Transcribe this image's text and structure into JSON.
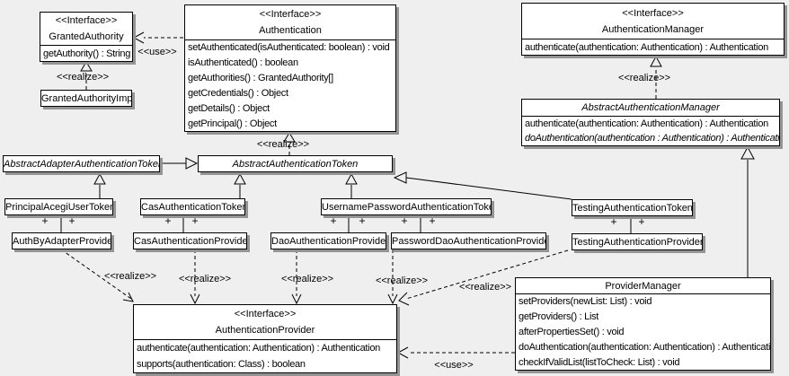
{
  "colors": {
    "background": "#efefef",
    "box_fill": "#ffffff",
    "border": "#000000",
    "shadow": "#949494",
    "text": "#000000"
  },
  "classes": {
    "granted_authority": {
      "stereotype": "<<Interface>>",
      "name": "GrantedAuthority",
      "methods": [
        "getAuthority() : String"
      ]
    },
    "granted_authority_impl": {
      "name": "GrantedAuthorityImpl"
    },
    "authentication": {
      "stereotype": "<<Interface>>",
      "name": "Authentication",
      "methods": [
        "setAuthenticated(isAuthenticated: boolean) : void",
        "isAuthenticated() : boolean",
        "getAuthorities() : GrantedAuthority[]",
        "getCredentials() : Object",
        "getDetails() : Object",
        "getPrincipal() : Object"
      ]
    },
    "authentication_manager": {
      "stereotype": "<<Interface>>",
      "name": "AuthenticationManager",
      "methods": [
        "authenticate(authentication: Authentication) : Authentication"
      ]
    },
    "abstract_authentication_manager": {
      "name": "AbstractAuthenticationManager",
      "methods": [
        "authenticate(authentication: Authentication) : Authentication",
        "doAuthentication(authentication : Authentication) : Authentication"
      ]
    },
    "abstract_adapter_authentication_token": {
      "name": "AbstractAdapterAuthenticationToken"
    },
    "abstract_authentication_token": {
      "name": "AbstractAuthenticationToken"
    },
    "principal_acegi_user_token": {
      "name": "PrincipalAcegiUserToken"
    },
    "cas_authentication_token": {
      "name": "CasAuthenticationToken"
    },
    "username_password_authentication_token": {
      "name": "UsernamePasswordAuthenticationToken"
    },
    "testing_authentication_token": {
      "name": "TestingAuthenticationToken"
    },
    "auth_by_adapter_provider": {
      "name": "AuthByAdapterProvider"
    },
    "cas_authentication_provider": {
      "name": "CasAuthenticationProvider"
    },
    "dao_authentication_provider": {
      "name": "DaoAuthenticationProvider"
    },
    "password_dao_authentication_provider": {
      "name": "PasswordDaoAuthenticationProvider"
    },
    "testing_authentication_provider": {
      "name": "TestingAuthenticationProvider"
    },
    "authentication_provider": {
      "stereotype": "<<Interface>>",
      "name": "AuthenticationProvider",
      "methods": [
        "authenticate(authentication: Authentication) : Authentication",
        "supports(authentication: Class) : boolean"
      ]
    },
    "provider_manager": {
      "name": "ProviderManager",
      "methods": [
        "setProviders(newList: List) : void",
        "getProviders() : List",
        "afterPropertiesSet() : void",
        "doAuthentication(authentication: Authentication) : Authentication",
        "checkIfValidList(listToCheck: List) : void"
      ]
    }
  },
  "edges": {
    "use_granted": "<<use>>",
    "realize_granted": "<<realize>>",
    "realize_token": "<<realize>>",
    "realize_manager": "<<realize>>",
    "realize_auth_by_adapter": "<<realize>>",
    "realize_cas": "<<realize>>",
    "realize_dao": "<<realize>>",
    "realize_password_dao": "<<realize>>",
    "realize_testing": "<<realize>>",
    "use_provider": "<<use>>",
    "plus": "+"
  }
}
